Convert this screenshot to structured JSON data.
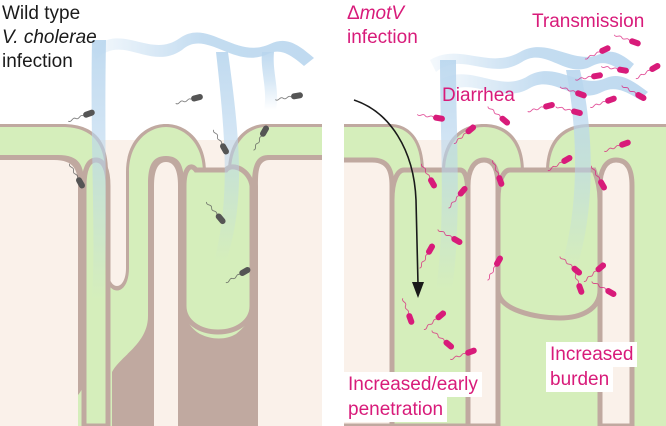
{
  "left_panel": {
    "title_line1": "Wild type",
    "title_line2": "V. cholerae",
    "title_line3": "infection"
  },
  "right_panel": {
    "title_prefix": "Δ",
    "title_gene": "motV",
    "title_line2": "infection",
    "transmission_label": "Transmission",
    "diarrhea_label": "Diarrhea",
    "penetration_line1": "Increased/early",
    "penetration_line2": "penetration",
    "burden_line1": "Increased",
    "burden_line2": "burden"
  },
  "colors": {
    "tissue": "#faf1ea",
    "mucosa_outer": "#c0a9a0",
    "epithelium": "#d5eebb",
    "flow": "#b9d6ee",
    "wild_type_bacteria": "#555555",
    "mutant_bacteria": "#d81b7a",
    "pink_text": "#d81b7a",
    "dark_text": "#1a1a1a"
  }
}
